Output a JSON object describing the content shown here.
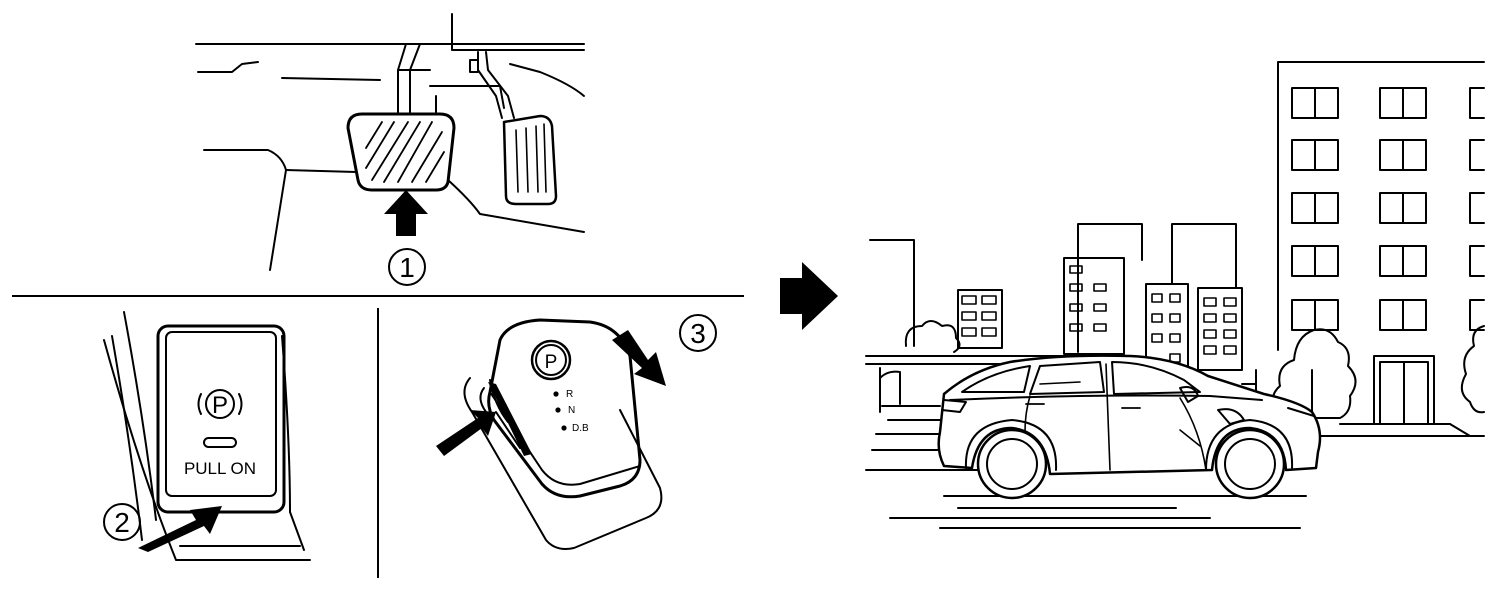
{
  "steps": [
    {
      "number": "1",
      "description": "brake-pedal"
    },
    {
      "number": "2",
      "description": "parking-brake-switch"
    },
    {
      "number": "3",
      "description": "shift-selector"
    }
  ],
  "switch": {
    "symbol": "P",
    "caption": "PULL ON"
  },
  "shifter": {
    "button_symbol": "P",
    "positions": [
      "R",
      "N",
      "D.B"
    ]
  },
  "colors": {
    "ink": "#000000",
    "paper": "#ffffff"
  }
}
